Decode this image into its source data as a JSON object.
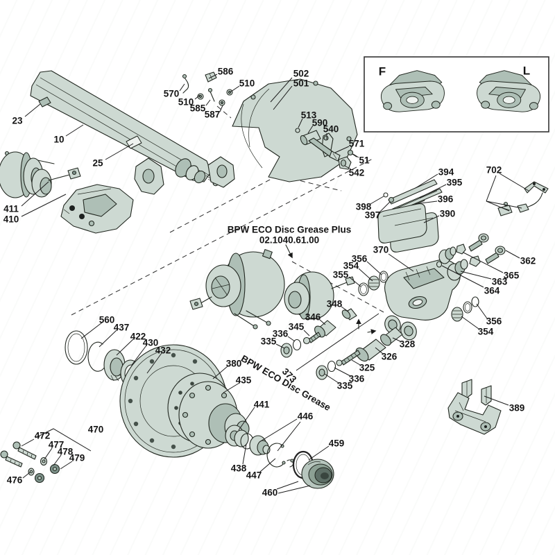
{
  "colors": {
    "background": "#ffffff",
    "part_fill": "#cdd9d2",
    "part_shade": "#aebfb6",
    "outline": "#20261f",
    "cap_dark": "#5d6e66"
  },
  "inset": {
    "front": "F",
    "left": "L"
  },
  "notes": {
    "grease_plus_line1": "BPW ECO Disc Grease Plus",
    "grease_plus_line2": "02.1040.61.00",
    "grease": "BPW ECO Disc Grease"
  },
  "labels": [
    "23",
    "10",
    "25",
    "586",
    "570",
    "510",
    "585",
    "587",
    "510",
    "502",
    "501",
    "513",
    "590",
    "540",
    "571",
    "51",
    "542",
    "411",
    "410",
    "394",
    "395",
    "396",
    "398",
    "397",
    "390",
    "702",
    "370",
    "362",
    "365",
    "363",
    "364",
    "356",
    "354",
    "355",
    "348",
    "346",
    "345",
    "336",
    "335",
    "328",
    "326",
    "325",
    "336",
    "335",
    "373",
    "356",
    "354",
    "560",
    "437",
    "422",
    "430",
    "432",
    "380",
    "435",
    "441",
    "446",
    "438",
    "447",
    "459",
    "460",
    "472",
    "470",
    "477",
    "478",
    "479",
    "476",
    "389"
  ]
}
